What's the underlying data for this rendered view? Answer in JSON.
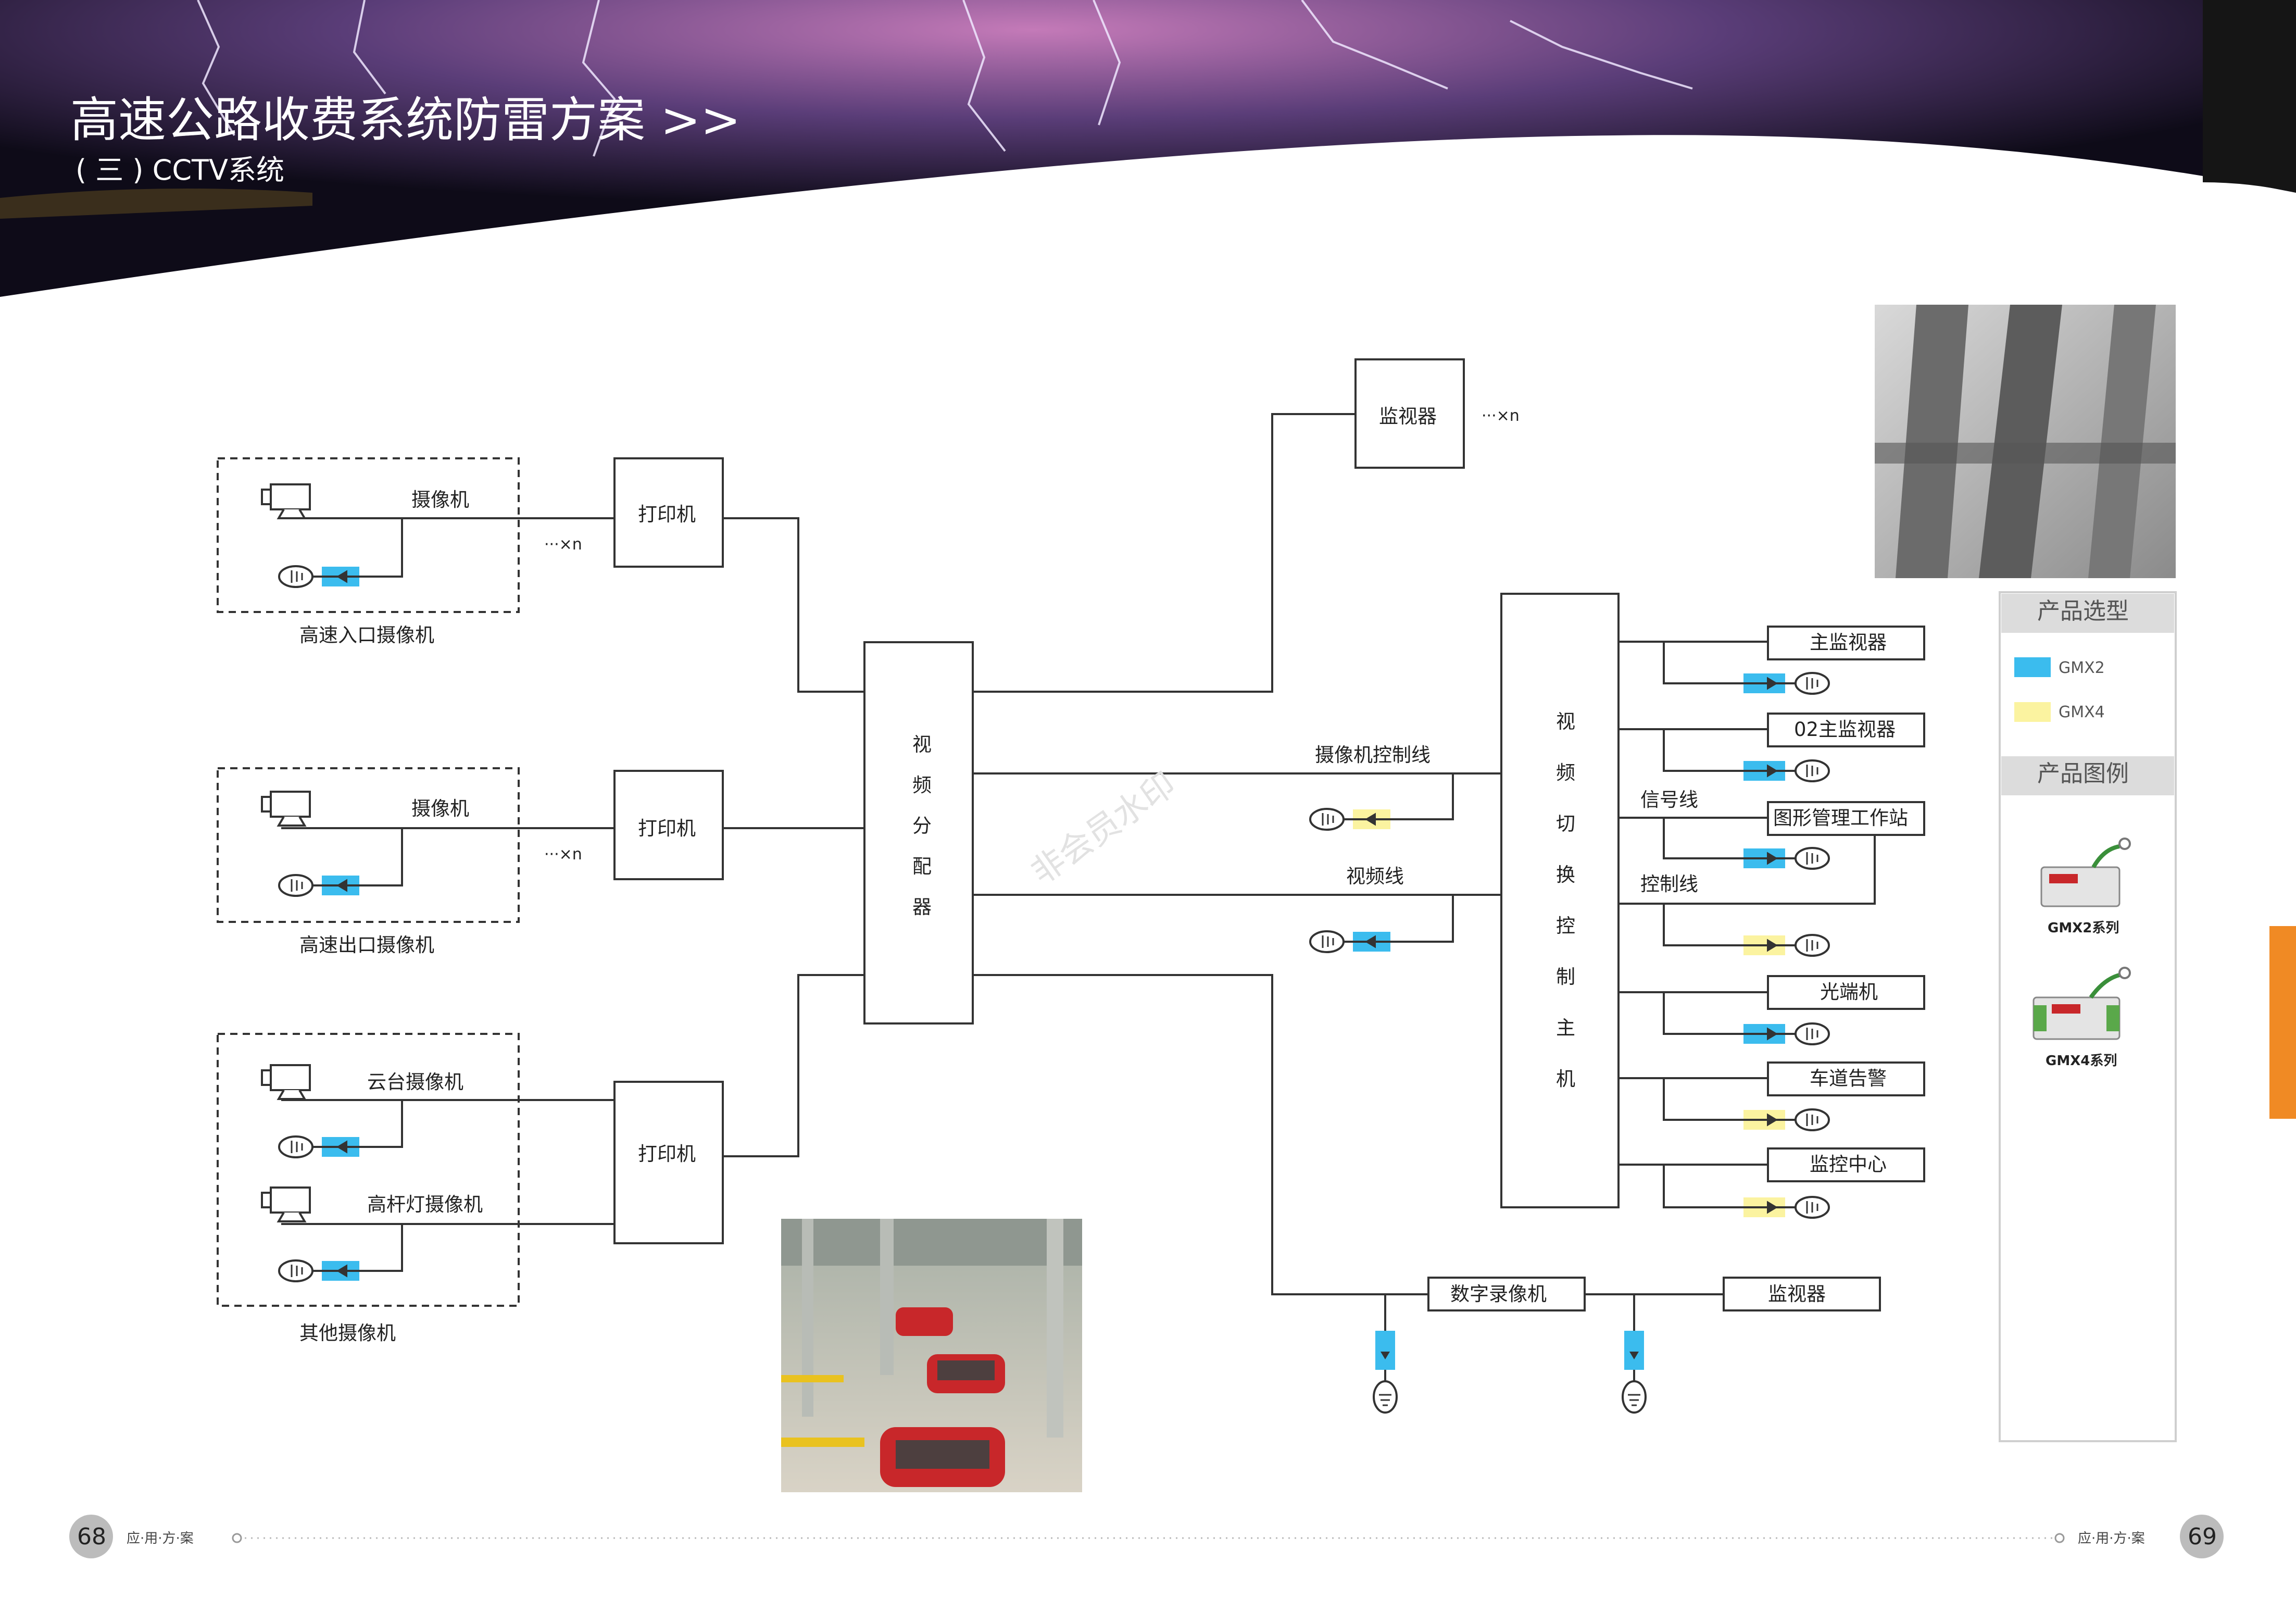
{
  "header": {
    "title": "高速公路收费系统防雷方案 >>",
    "subtitle": "( 三 ) CCTV系统"
  },
  "labels": {
    "camera": "摄像机",
    "entrance_group": "高速入口摄像机",
    "exit_group": "高速出口摄像机",
    "other_group": "其他摄像机",
    "ptz_camera": "云台摄像机",
    "pole_camera": "高杆灯摄像机",
    "printer": "打印机",
    "monitor": "监视器",
    "times_n": "···×n",
    "distributor": [
      "视",
      "频",
      "分",
      "配",
      "器"
    ],
    "switcher": [
      "视",
      "频",
      "切",
      "换",
      "控",
      "制",
      "主",
      "机"
    ],
    "camera_control_line": "摄像机控制线",
    "video_line": "视频线",
    "signal_line": "信号线",
    "control_line": "控制线",
    "main_monitor": "主监视器",
    "monitor02": "02主监视器",
    "gfx_workstation": "图形管理工作站",
    "optical": "光端机",
    "lane_alarm": "车道告警",
    "control_center": "监控中心",
    "dvr": "数字录像机",
    "watermark": "非会员水印"
  },
  "legend": {
    "selection_title": "产品选型",
    "gmx2": "GMX2",
    "gmx4": "GMX4",
    "gmx2_color": "#3bbcee",
    "gmx4_color": "#fbf3a0",
    "illustration_title": "产品图例",
    "gmx2_series": "GMX2系列",
    "gmx4_series": "GMX4系列"
  },
  "footer": {
    "left_page": "68",
    "right_page": "69",
    "caption": "应·用·方·案"
  },
  "colors": {
    "accent_orange": "#f08a24",
    "line": "#333333"
  }
}
